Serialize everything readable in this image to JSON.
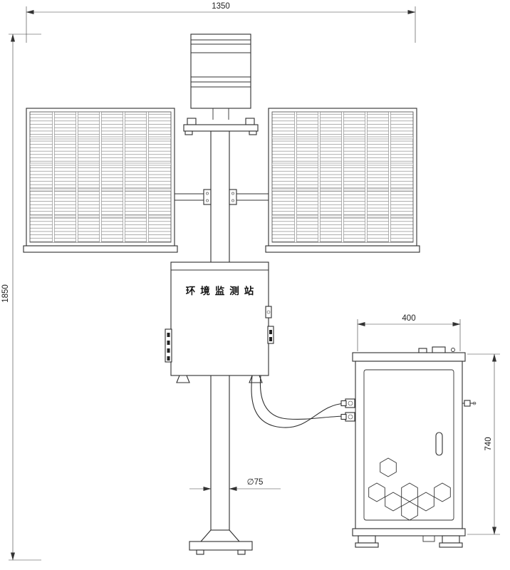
{
  "drawing": {
    "station_label": "环境监测站",
    "dims": {
      "total_width": "1350",
      "total_height": "1850",
      "cabinet_width": "400",
      "cabinet_height": "740",
      "pole_diameter": "∅75"
    }
  }
}
